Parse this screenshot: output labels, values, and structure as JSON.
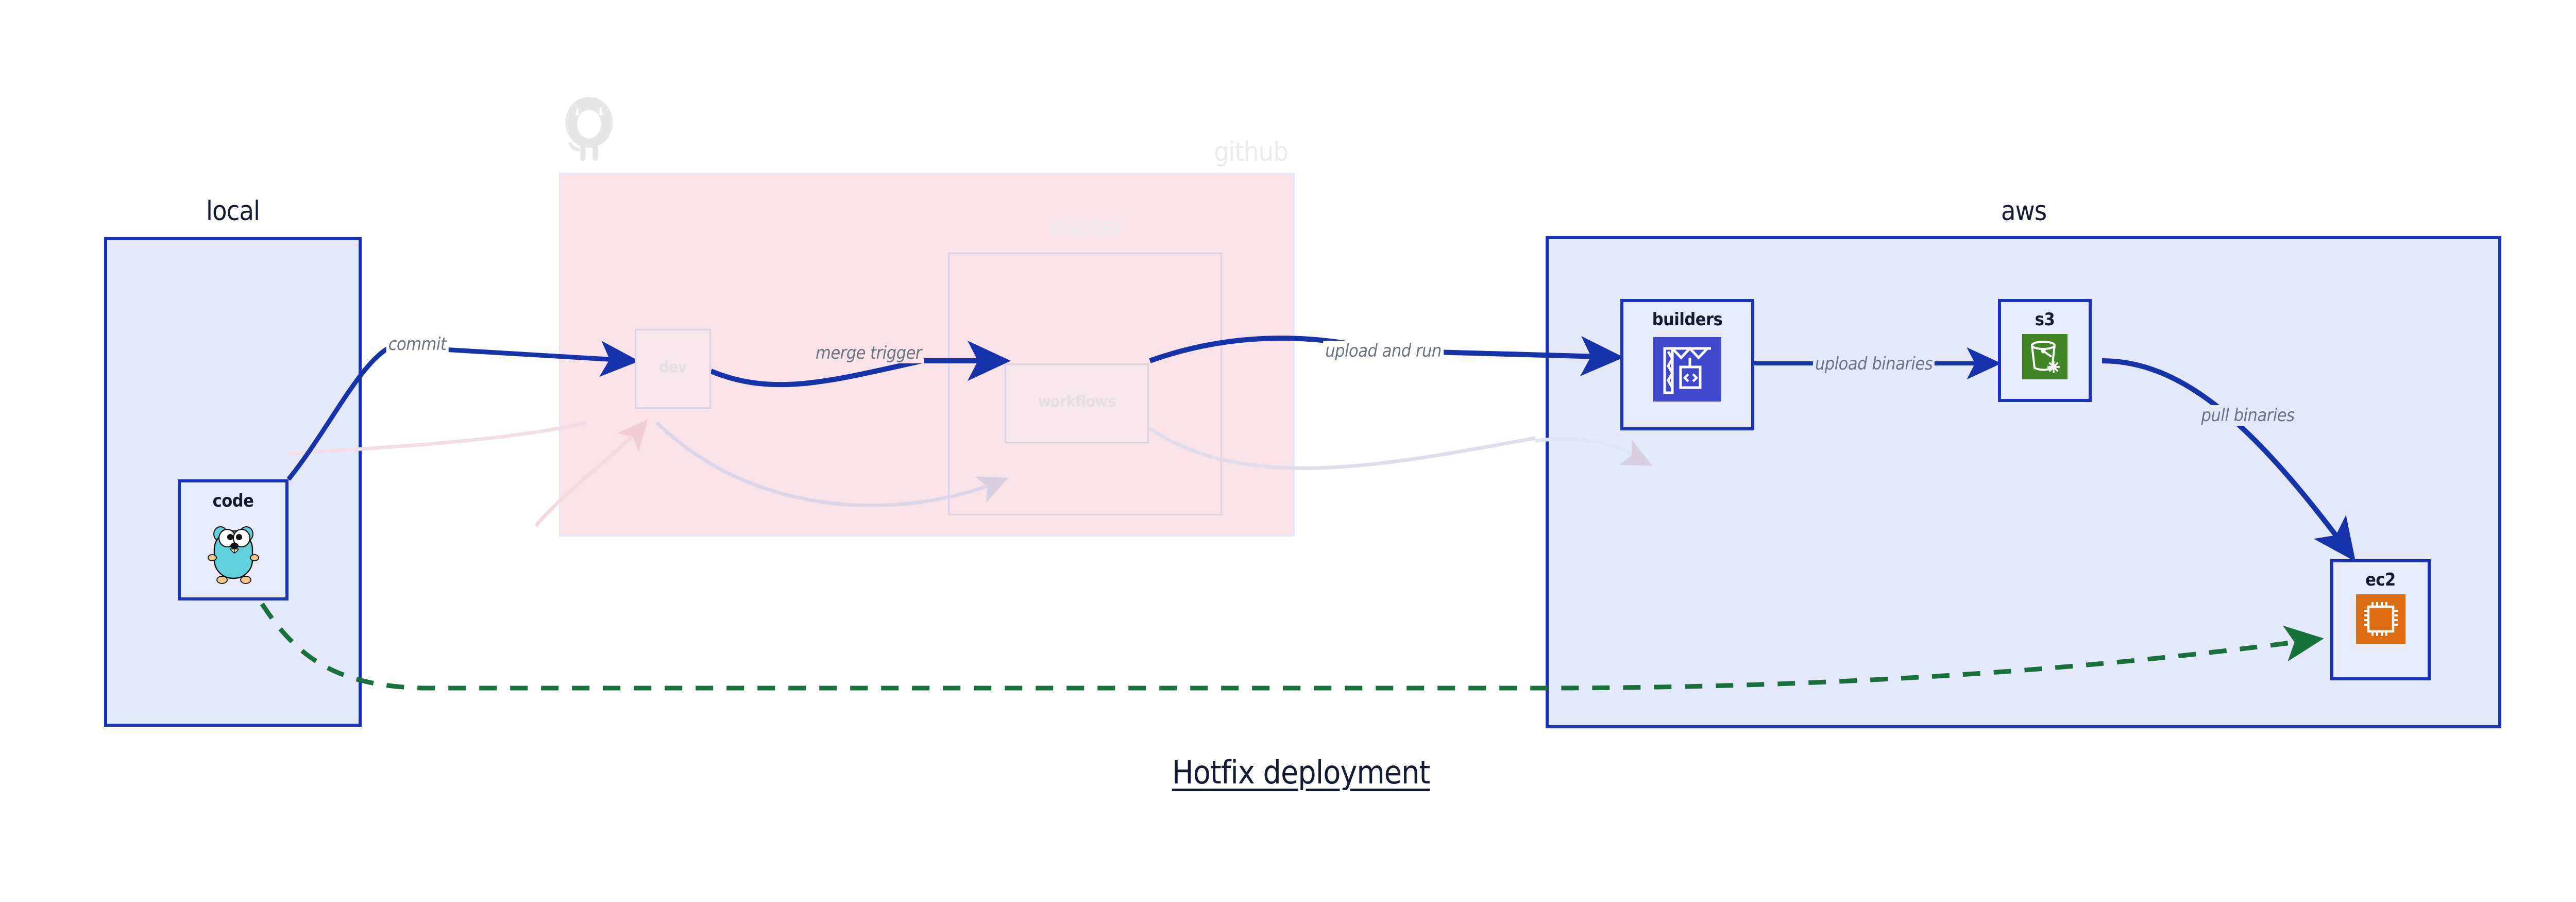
{
  "diagram": {
    "title": "Hotfix deployment",
    "groups": [
      {
        "id": "local",
        "label": "local",
        "faded": false
      },
      {
        "id": "github",
        "label": "github",
        "faded": true
      },
      {
        "id": "aws",
        "label": "aws",
        "faded": false
      }
    ],
    "subgroups": [
      {
        "id": "master",
        "label": "master",
        "parent": "github",
        "faded": true
      }
    ],
    "nodes": [
      {
        "id": "code",
        "label": "code",
        "group": "local",
        "icon": "go-gopher-icon",
        "faded": false
      },
      {
        "id": "dev",
        "label": "dev",
        "group": "github",
        "icon": "none",
        "faded": true
      },
      {
        "id": "workflows",
        "label": "workflows",
        "group": "master",
        "icon": "none",
        "faded": true
      },
      {
        "id": "builders",
        "label": "builders",
        "group": "aws",
        "icon": "aws-codebuild-icon",
        "faded": false
      },
      {
        "id": "s3",
        "label": "s3",
        "group": "aws",
        "icon": "aws-s3-bucket-icon",
        "faded": false
      },
      {
        "id": "ec2",
        "label": "ec2",
        "group": "aws",
        "icon": "aws-ec2-chip-icon",
        "faded": false
      }
    ],
    "edges": [
      {
        "id": "commit",
        "label": "commit",
        "from": "code",
        "to": "dev",
        "style": "solid-blue",
        "faded": false
      },
      {
        "id": "merge-trigger",
        "label": "merge trigger",
        "from": "dev",
        "to": "workflows",
        "style": "solid-blue",
        "faded": false
      },
      {
        "id": "upload-run",
        "label": "upload and run",
        "from": "workflows",
        "to": "builders",
        "style": "solid-blue",
        "faded": false
      },
      {
        "id": "upload-bin",
        "label": "upload binaries",
        "from": "builders",
        "to": "s3",
        "style": "solid-blue",
        "faded": false
      },
      {
        "id": "pull-bin",
        "label": "pull binaries",
        "from": "s3",
        "to": "ec2",
        "style": "solid-blue",
        "faded": false
      },
      {
        "id": "hotfix-direct",
        "label": "",
        "from": "code",
        "to": "ec2",
        "style": "dashed-green",
        "faded": false
      },
      {
        "id": "ghost-a",
        "label": "",
        "from": "code",
        "to": "dev",
        "style": "ghost",
        "faded": true
      },
      {
        "id": "ghost-b",
        "label": "",
        "from": "dev",
        "to": "workflows",
        "style": "ghost",
        "faded": true
      },
      {
        "id": "ghost-c",
        "label": "",
        "from": "workflows",
        "to": "builders",
        "style": "ghost",
        "faded": true
      }
    ],
    "colors": {
      "blue_border": "#1733c0",
      "blue_fill": "#e3e8fa",
      "node_fill": "#e8ebfb",
      "pink_fill": "#f9e3e8",
      "arrow_blue": "#1433ad",
      "arrow_green": "#16713a",
      "label_gray": "#6b7280",
      "text_dark": "#151a33",
      "codebuild_purple": "#3f48cc",
      "s3_green": "#3f8624",
      "ec2_orange": "#dd6b10",
      "gopher_teal": "#5fd0dc",
      "faded_ink": "#e6dee4",
      "github_logo_gray": "#e7e7e7"
    },
    "icons": {
      "code": "go-gopher-icon",
      "builders": "aws-codebuild-icon",
      "s3": "aws-s3-bucket-icon",
      "ec2": "aws-ec2-chip-icon",
      "github": "github-octocat-icon"
    }
  }
}
